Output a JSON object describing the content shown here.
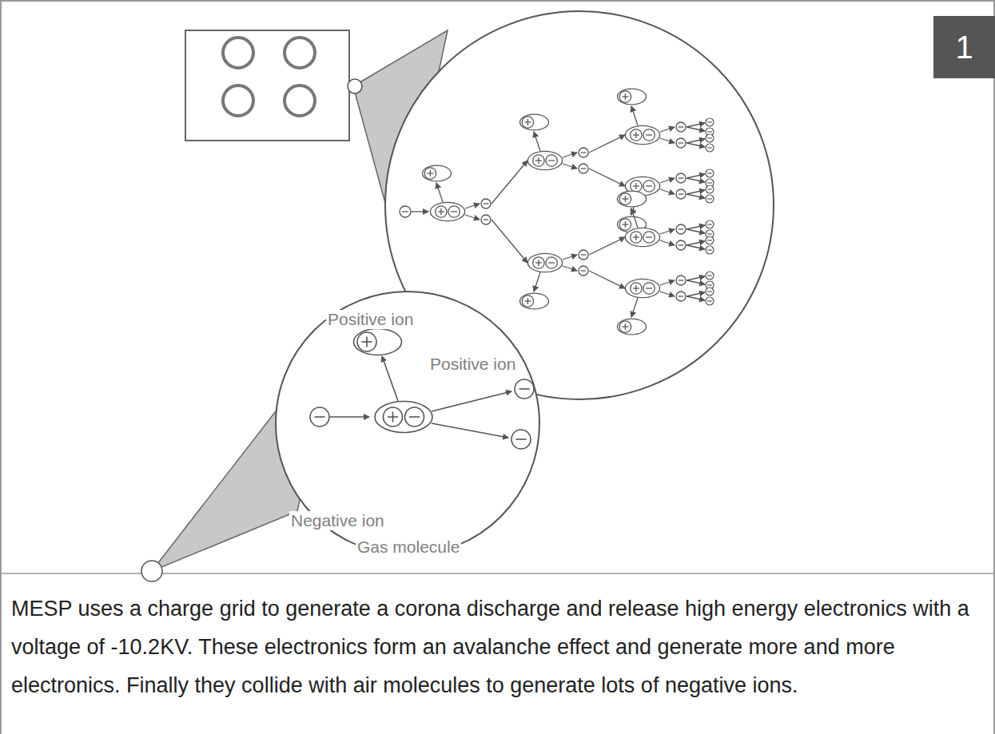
{
  "diagram": {
    "caption": "MESP uses a charge grid to generate a corona discharge and release high energy electronics with a voltage of -10.2KV. These electronics form an avalanche effect and generate more and more electronics. Finally they collide with air molecules to generate lots of negative ions.",
    "nodes": [
      {
        "text": [
          "1"
        ]
      }
    ],
    "labels": [
      "Positive ion",
      "Positive ion",
      "Negative ion",
      "Gas molecule"
    ]
  }
}
